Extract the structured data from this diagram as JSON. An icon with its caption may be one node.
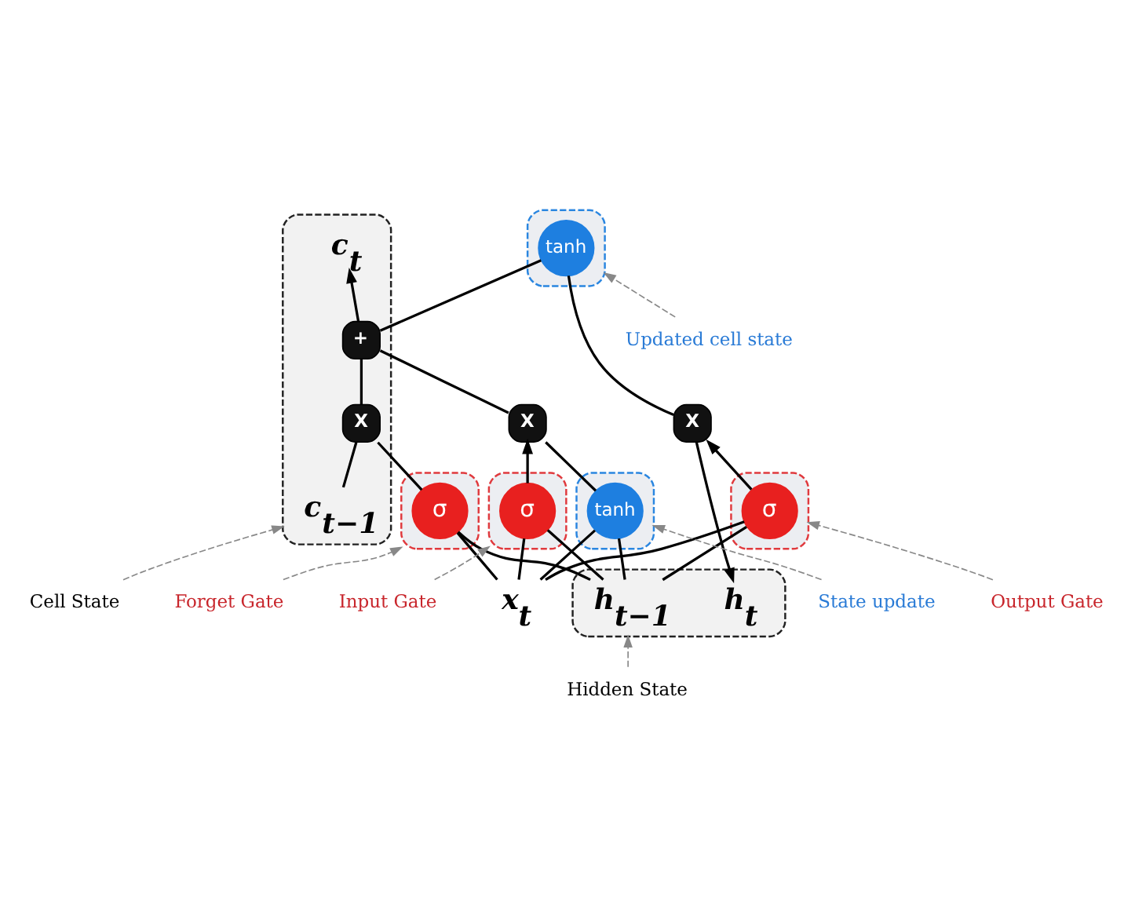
{
  "diagram": {
    "nodes": [
      {
        "text": [],
        "shape": "box"
      },
      {
        "text": [
          "c$_{t−1}$"
        ],
        "in": 0
      },
      {
        "text": [
          "X"
        ],
        "in": 0
      },
      {
        "text": [
          "+"
        ],
        "in": 0
      },
      {
        "text": [
          "c$_{t}$"
        ],
        "in": 0
      },
      {
        "text": [],
        "shape": "box"
      },
      {
        "text": [
          "tanh"
        ],
        "in": 5
      },
      {
        "text": [
          "Updated cell state"
        ]
      },
      {
        "text": [
          "Cell State"
        ]
      },
      {
        "text": [
          "Hidden State"
        ]
      },
      {
        "text": [
          "X"
        ]
      },
      {
        "text": [
          "X"
        ]
      },
      {
        "text": [],
        "shape": "box"
      },
      {
        "text": [
          "σ"
        ],
        "in": 12
      },
      {
        "text": [],
        "shape": "box"
      },
      {
        "text": [
          "σ"
        ],
        "in": 14
      },
      {
        "text": [],
        "shape": "box"
      },
      {
        "text": [
          "tanh"
        ],
        "in": 16
      },
      {
        "text": [],
        "shape": "box"
      },
      {
        "text": [
          "σ"
        ],
        "in": 18
      },
      {
        "text": [],
        "shape": "box"
      },
      {
        "text": [
          "h$_{t−1}$"
        ],
        "in": 20
      },
      {
        "text": [
          "h$_{t}$"
        ],
        "in": 20
      },
      {
        "text": [
          "x$_{t}$"
        ]
      },
      {
        "text": [
          "Forget Gate"
        ]
      },
      {
        "text": [
          "Input Gate"
        ]
      },
      {
        "text": [
          "State update"
        ]
      },
      {
        "text": [
          "Output Gate"
        ]
      }
    ],
    "edges": [
      {
        "from": 1,
        "to": 2,
        "arrow": "none"
      },
      {
        "from": 2,
        "to": 3,
        "arrow": "none"
      },
      {
        "from": 3,
        "to": 4,
        "arrow": "to"
      },
      {
        "from": 3,
        "to": 6,
        "arrow": "none"
      },
      {
        "from": 6,
        "to": 11,
        "arrow": "none"
      },
      {
        "from": 11,
        "to": 22,
        "arrow": "to"
      },
      {
        "from": 13,
        "to": 2,
        "arrow": "none"
      },
      {
        "from": 15,
        "to": 10,
        "arrow": "to"
      },
      {
        "from": 17,
        "to": 10,
        "arrow": "none"
      },
      {
        "from": 10,
        "to": 3,
        "arrow": "none"
      },
      {
        "from": 19,
        "to": 11,
        "arrow": "to"
      },
      {
        "from": 21,
        "to": 13,
        "arrow": "none"
      },
      {
        "from": 21,
        "to": 15,
        "arrow": "none"
      },
      {
        "from": 21,
        "to": 17,
        "arrow": "none"
      },
      {
        "from": 21,
        "to": 19,
        "arrow": "none"
      },
      {
        "from": 23,
        "to": 13,
        "arrow": "none"
      },
      {
        "from": 23,
        "to": 15,
        "arrow": "none"
      },
      {
        "from": 23,
        "to": 17,
        "arrow": "none"
      },
      {
        "from": 23,
        "to": 19,
        "arrow": "none"
      },
      {
        "from": 7,
        "to": 5,
        "arrow": "to",
        "style": "dashed",
        "color": "#888888"
      },
      {
        "from": 8,
        "to": 0,
        "arrow": "to",
        "style": "dashed",
        "color": "#888888"
      },
      {
        "from": 9,
        "to": 20,
        "arrow": "to",
        "style": "dashed",
        "color": "#888888"
      },
      {
        "from": 24,
        "to": 12,
        "arrow": "to",
        "style": "dashed",
        "color": "#888888"
      },
      {
        "from": 25,
        "to": 14,
        "arrow": "to",
        "style": "dashed",
        "color": "#888888"
      },
      {
        "from": 26,
        "to": 16,
        "arrow": "to",
        "style": "dashed",
        "color": "#888888"
      },
      {
        "from": 27,
        "to": 18,
        "arrow": "to",
        "style": "dashed",
        "color": "#888888"
      }
    ]
  }
}
